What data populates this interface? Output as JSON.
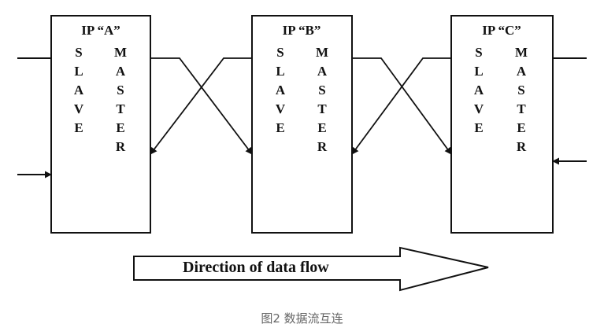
{
  "blocks": [
    {
      "title": "IP “A”",
      "slave_label": "SLAVE",
      "master_label": "MASTER"
    },
    {
      "title": "IP “B”",
      "slave_label": "SLAVE",
      "master_label": "MASTER"
    },
    {
      "title": "IP “C”",
      "slave_label": "SLAVE",
      "master_label": "MASTER"
    }
  ],
  "flow_arrow": {
    "label": "Direction of data flow"
  },
  "caption": "图2 数据流互连",
  "colors": {
    "ink": "#111111",
    "caption": "#666666",
    "background": "#ffffff"
  }
}
